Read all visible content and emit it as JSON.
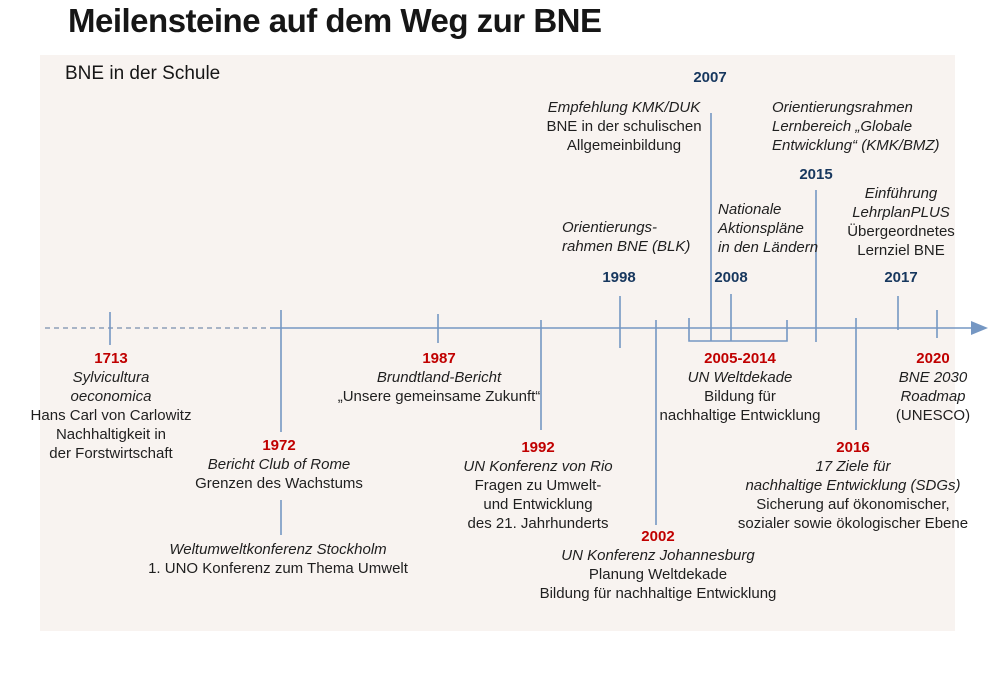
{
  "title": "Meilensteine auf dem Weg zur BNE",
  "subtitle": "BNE in der Schule",
  "colors": {
    "timeline_blue": "#7597c3",
    "year_below_timeline": "#c00000",
    "year_above_timeline": "#17375e",
    "panel_background": "#f8f3f0",
    "text": "#1f1f1f"
  },
  "milestones": {
    "m1713": {
      "year": "1713",
      "lines": [
        "Sylvicultura",
        "oeconomica",
        "Hans Carl von Carlowitz",
        "Nachhaltigkeit in",
        "der Forstwirtschaft"
      ]
    },
    "m1972": {
      "year": "1972",
      "lines": [
        "Bericht Club of Rome",
        "Grenzen des Wachstums"
      ]
    },
    "stockholm": {
      "lines": [
        "Weltumweltkonferenz Stockholm",
        "1. UNO Konferenz zum Thema Umwelt"
      ]
    },
    "m1987": {
      "year": "1987",
      "lines": [
        "Brundtland-Bericht",
        "„Unsere gemeinsame Zukunft“"
      ]
    },
    "m1992": {
      "year": "1992",
      "lines": [
        "UN Konferenz von Rio",
        "Fragen zu Umwelt-",
        "und Entwicklung",
        "des 21. Jahrhunderts"
      ]
    },
    "m1998": {
      "year": "1998",
      "lines": [
        "Orientierungs-",
        "rahmen BNE (BLK)"
      ]
    },
    "m2002": {
      "year": "2002",
      "lines": [
        "UN Konferenz Johannesburg",
        "Planung Weltdekade",
        "Bildung für nachhaltige Entwicklung"
      ]
    },
    "dekade": {
      "year": "2005-2014",
      "lines": [
        "UN Weltdekade",
        "Bildung für",
        "nachhaltige Entwicklung"
      ]
    },
    "m2007": {
      "year": "2007",
      "lines": [
        "Empfehlung KMK/DUK",
        "BNE in der schulischen",
        "Allgemeinbildung"
      ]
    },
    "m2008": {
      "year": "2008",
      "lines": [
        "Nationale",
        "Aktionspläne",
        "in den Ländern"
      ]
    },
    "m2015": {
      "year": "2015",
      "lines": [
        "Orientierungsrahmen",
        "Lernbereich „Globale",
        "Entwicklung“ (KMK/BMZ)"
      ]
    },
    "m2016": {
      "year": "2016",
      "lines": [
        "17 Ziele für",
        "nachhaltige Entwicklung (SDGs)",
        "Sicherung auf ökonomischer,",
        "sozialer sowie ökologischer Ebene"
      ]
    },
    "m2017": {
      "year": "2017",
      "lines": [
        "Einführung",
        "LehrplanPLUS",
        "Übergeordnetes",
        "Lernziel BNE"
      ]
    },
    "m2020": {
      "year": "2020",
      "lines": [
        "BNE 2030",
        "Roadmap",
        "(UNESCO)"
      ]
    }
  }
}
